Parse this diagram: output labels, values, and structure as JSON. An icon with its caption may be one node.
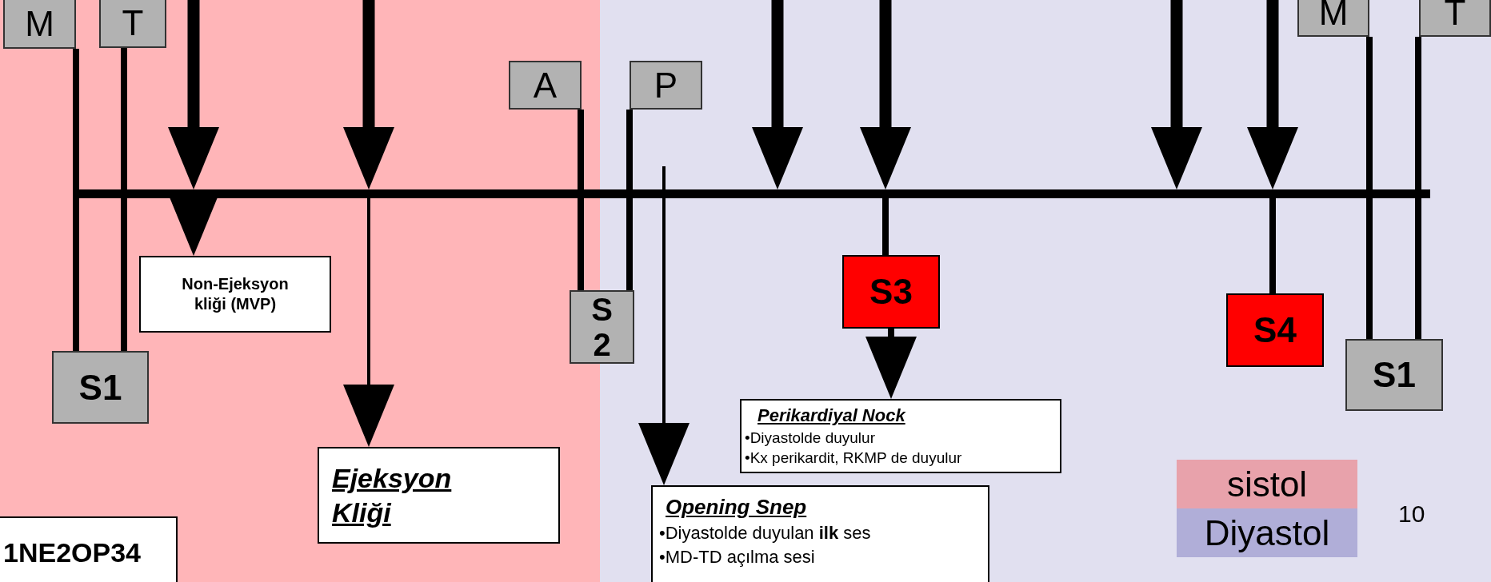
{
  "diagram": {
    "nodes": [
      {
        "text": [
          "M"
        ]
      },
      {
        "text": [
          "T"
        ]
      },
      {
        "text": [
          "A"
        ]
      },
      {
        "text": [
          "P"
        ]
      },
      {
        "text": [
          "M"
        ]
      },
      {
        "text": [
          "T"
        ]
      },
      {
        "text": [],
        "shape": "bar"
      },
      {
        "text": [
          "Non-Ejeksyon kliği (MVP)"
        ]
      },
      {
        "text": [
          "S3"
        ]
      },
      {
        "text": [
          "S2"
        ]
      },
      {
        "text": [
          "S4"
        ]
      },
      {
        "text": [
          "S1"
        ]
      },
      {
        "text": [
          "S1"
        ]
      },
      {
        "text": [
          "Perikardiyal Nock",
          "•Diyastolde duyulur",
          "•Kx perikardit, RKMP de duyulur"
        ]
      },
      {
        "text": [
          "Ejeksyon Kliği"
        ]
      },
      {
        "text": [
          "Opening Snep",
          "•Diyastolde duyulan **ilk** ses",
          "•MD-TD açılma sesi"
        ]
      },
      {
        "text": [
          "1NE2OP34"
        ]
      }
    ],
    "edges": [
      {
        "from": 0,
        "to": 11,
        "arrow": "none"
      },
      {
        "from": 1,
        "to": 11,
        "arrow": "none"
      },
      {
        "from": null,
        "to": 6,
        "arrow": "to",
        "style": "thick"
      },
      {
        "from": 6,
        "to": 7,
        "arrow": "to"
      },
      {
        "from": null,
        "to": 6,
        "arrow": "to",
        "style": "thick"
      },
      {
        "from": 6,
        "to": 14,
        "arrow": "to"
      },
      {
        "from": 2,
        "to": 9,
        "arrow": "none"
      },
      {
        "from": 3,
        "to": 9,
        "arrow": "none"
      },
      {
        "from": null,
        "to": 15,
        "arrow": "to"
      },
      {
        "from": null,
        "to": 6,
        "arrow": "to",
        "style": "thick"
      },
      {
        "from": null,
        "to": 6,
        "arrow": "to",
        "style": "thick"
      },
      {
        "from": 6,
        "to": 8,
        "arrow": "none"
      },
      {
        "from": 8,
        "to": 13,
        "arrow": "to"
      },
      {
        "from": null,
        "to": 6,
        "arrow": "to",
        "style": "thick"
      },
      {
        "from": null,
        "to": 6,
        "arrow": "to",
        "style": "thick"
      },
      {
        "from": 6,
        "to": 10,
        "arrow": "none"
      },
      {
        "from": 4,
        "to": 12,
        "arrow": "none"
      },
      {
        "from": 5,
        "to": 12,
        "arrow": "none"
      }
    ],
    "labels": [
      "10"
    ],
    "legend": [
      {
        "text": "sistol",
        "color": "#e8a2ab"
      },
      {
        "text": "Diyastol",
        "color": "#b0aed8"
      }
    ]
  }
}
